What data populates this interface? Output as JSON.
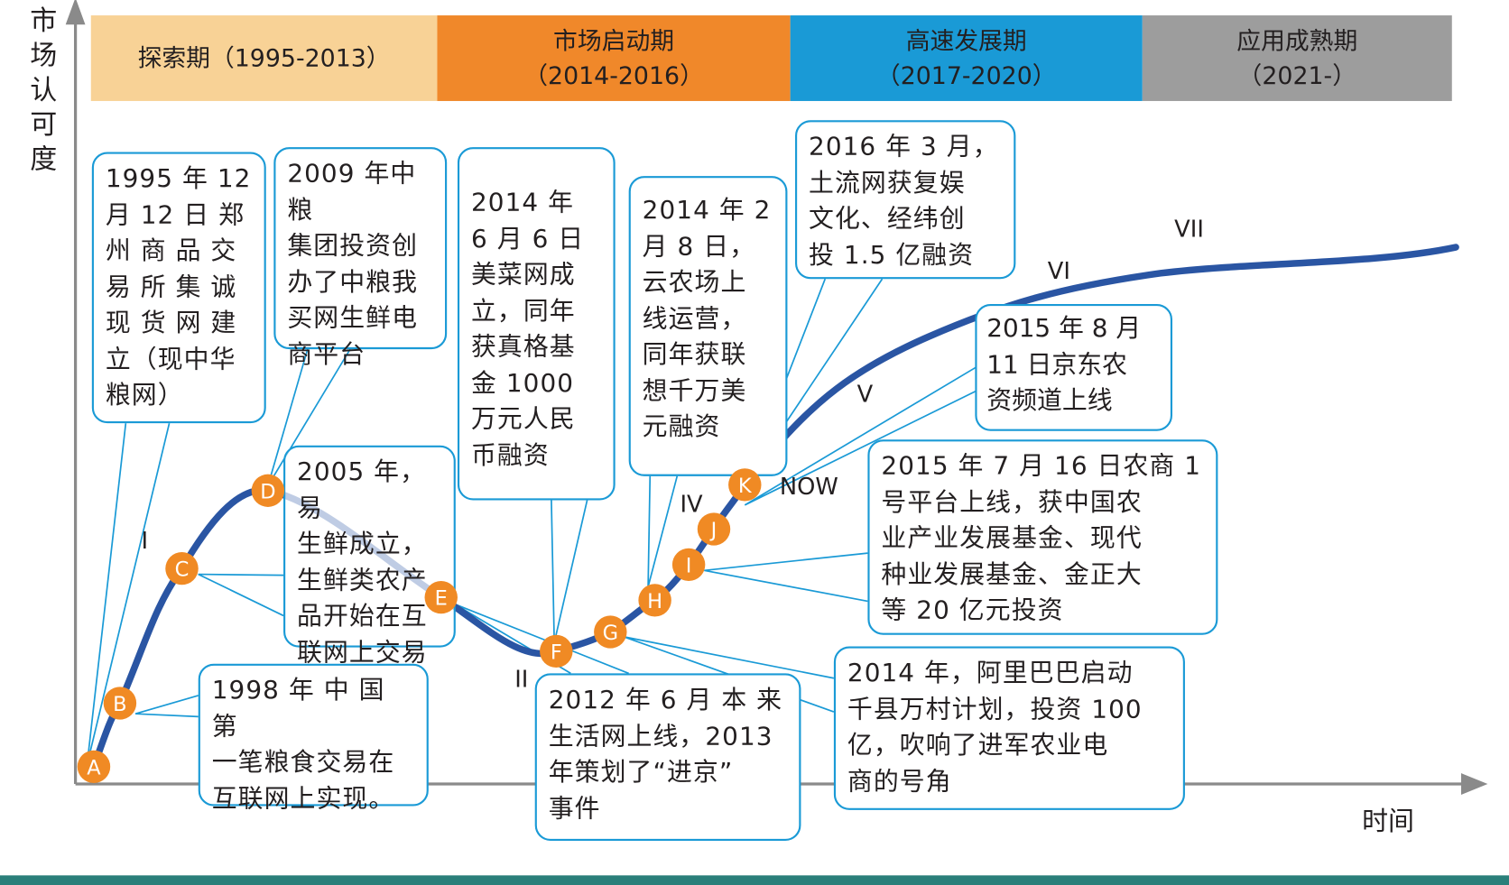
{
  "axes": {
    "y_label": "市\n场\n认\n可\n度",
    "x_label": "时间"
  },
  "phases": [
    {
      "name": "探索期（1995-2013）",
      "years": "",
      "color": "#f8d296"
    },
    {
      "name": "市场启动期",
      "years": "（2014-2016）",
      "color": "#f0882a"
    },
    {
      "name": "高速发展期",
      "years": "（2017-2020）",
      "color": "#1a9ad6"
    },
    {
      "name": "应用成熟期",
      "years": "（2021-）",
      "color": "#9d9d9d"
    }
  ],
  "markers": [
    "A",
    "B",
    "C",
    "D",
    "E",
    "F",
    "G",
    "H",
    "I",
    "J",
    "K"
  ],
  "stage_labels": {
    "i": "I",
    "ii": "II",
    "iv": "IV",
    "v": "V",
    "vi": "VI",
    "vii": "VII",
    "now": "NOW"
  },
  "events": [
    "1995 年 12\n月 12 日 郑\n州 商 品 交\n易 所 集 诚\n现 货 网 建\n立（现中华\n粮网）",
    "2009 年中粮\n集团投资创\n办了中粮我\n买网生鲜电\n商平台",
    "2014  年\n6 月 6 日\n美菜网成\n立，同年\n获真格基\n金 1000\n万元人民\n币融资",
    "2014 年 2\n月 8 日，\n云农场上\n线运营，\n同年获联\n想千万美\n元融资",
    "2016 年 3 月，\n土流网获复娱\n文化、经纬创\n投 1.5 亿融资",
    "2015 年 8 月\n11 日京东农\n资频道上线",
    "2015 年 7 月 16 日农商 1\n号平台上线，获中国农\n业产业发展基金、现代\n种业发展基金、金正大\n等 20 亿元投资",
    "2005 年，易\n生鲜成立，\n生鲜类农产\n品开始在互\n联网上交易",
    "1998 年 中 国 第\n一笔粮食交易在\n互联网上实现。",
    "2012 年 6 月 本 来\n生活网上线，2013\n年策划了“进京”\n事件",
    "2014 年，阿里巴巴启动\n千县万村计划，投资 100\n亿，吹响了进军农业电\n商的号角"
  ],
  "colors": {
    "curve": "#2a55a3",
    "marker": "#f08a24",
    "leader": "#1a9ad6",
    "footer": "#2a7f7a"
  }
}
